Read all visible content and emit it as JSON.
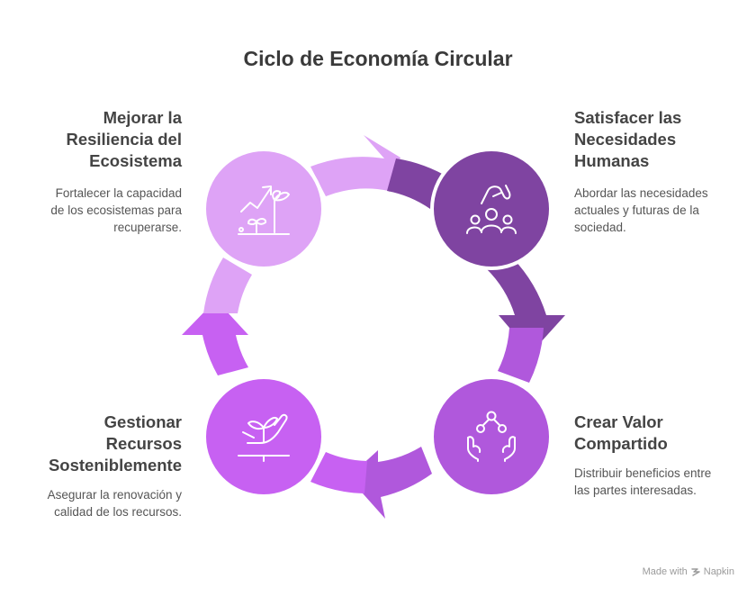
{
  "title": "Ciclo de Economía Circular",
  "colors": {
    "light": "#dea3f6",
    "dark": "#7f44a1",
    "medium": "#b058dc",
    "bright": "#c761f2"
  },
  "steps": [
    {
      "heading": [
        "Satisfacer las",
        "Necesidades",
        "Humanas"
      ],
      "description": [
        "Abordar las necesidades",
        "actuales y futuras de la",
        "sociedad."
      ],
      "icon": "people-group-icon"
    },
    {
      "heading": [
        "Crear Valor",
        "Compartido"
      ],
      "description": [
        "Distribuir beneficios entre",
        "las partes interesadas."
      ],
      "icon": "hands-network-icon"
    },
    {
      "heading": [
        "Gestionar",
        "Recursos",
        "Sosteniblemente"
      ],
      "description": [
        "Asegurar la renovación y",
        "calidad de los recursos."
      ],
      "icon": "hand-plant-icon"
    },
    {
      "heading": [
        "Mejorar la",
        "Resiliencia del",
        "Ecosistema"
      ],
      "description": [
        "Fortalecer la capacidad",
        "de los ecosistemas para",
        "recuperarse."
      ],
      "icon": "growth-plant-icon"
    }
  ],
  "footer": {
    "made_with": "Made with",
    "brand": "Napkin"
  }
}
